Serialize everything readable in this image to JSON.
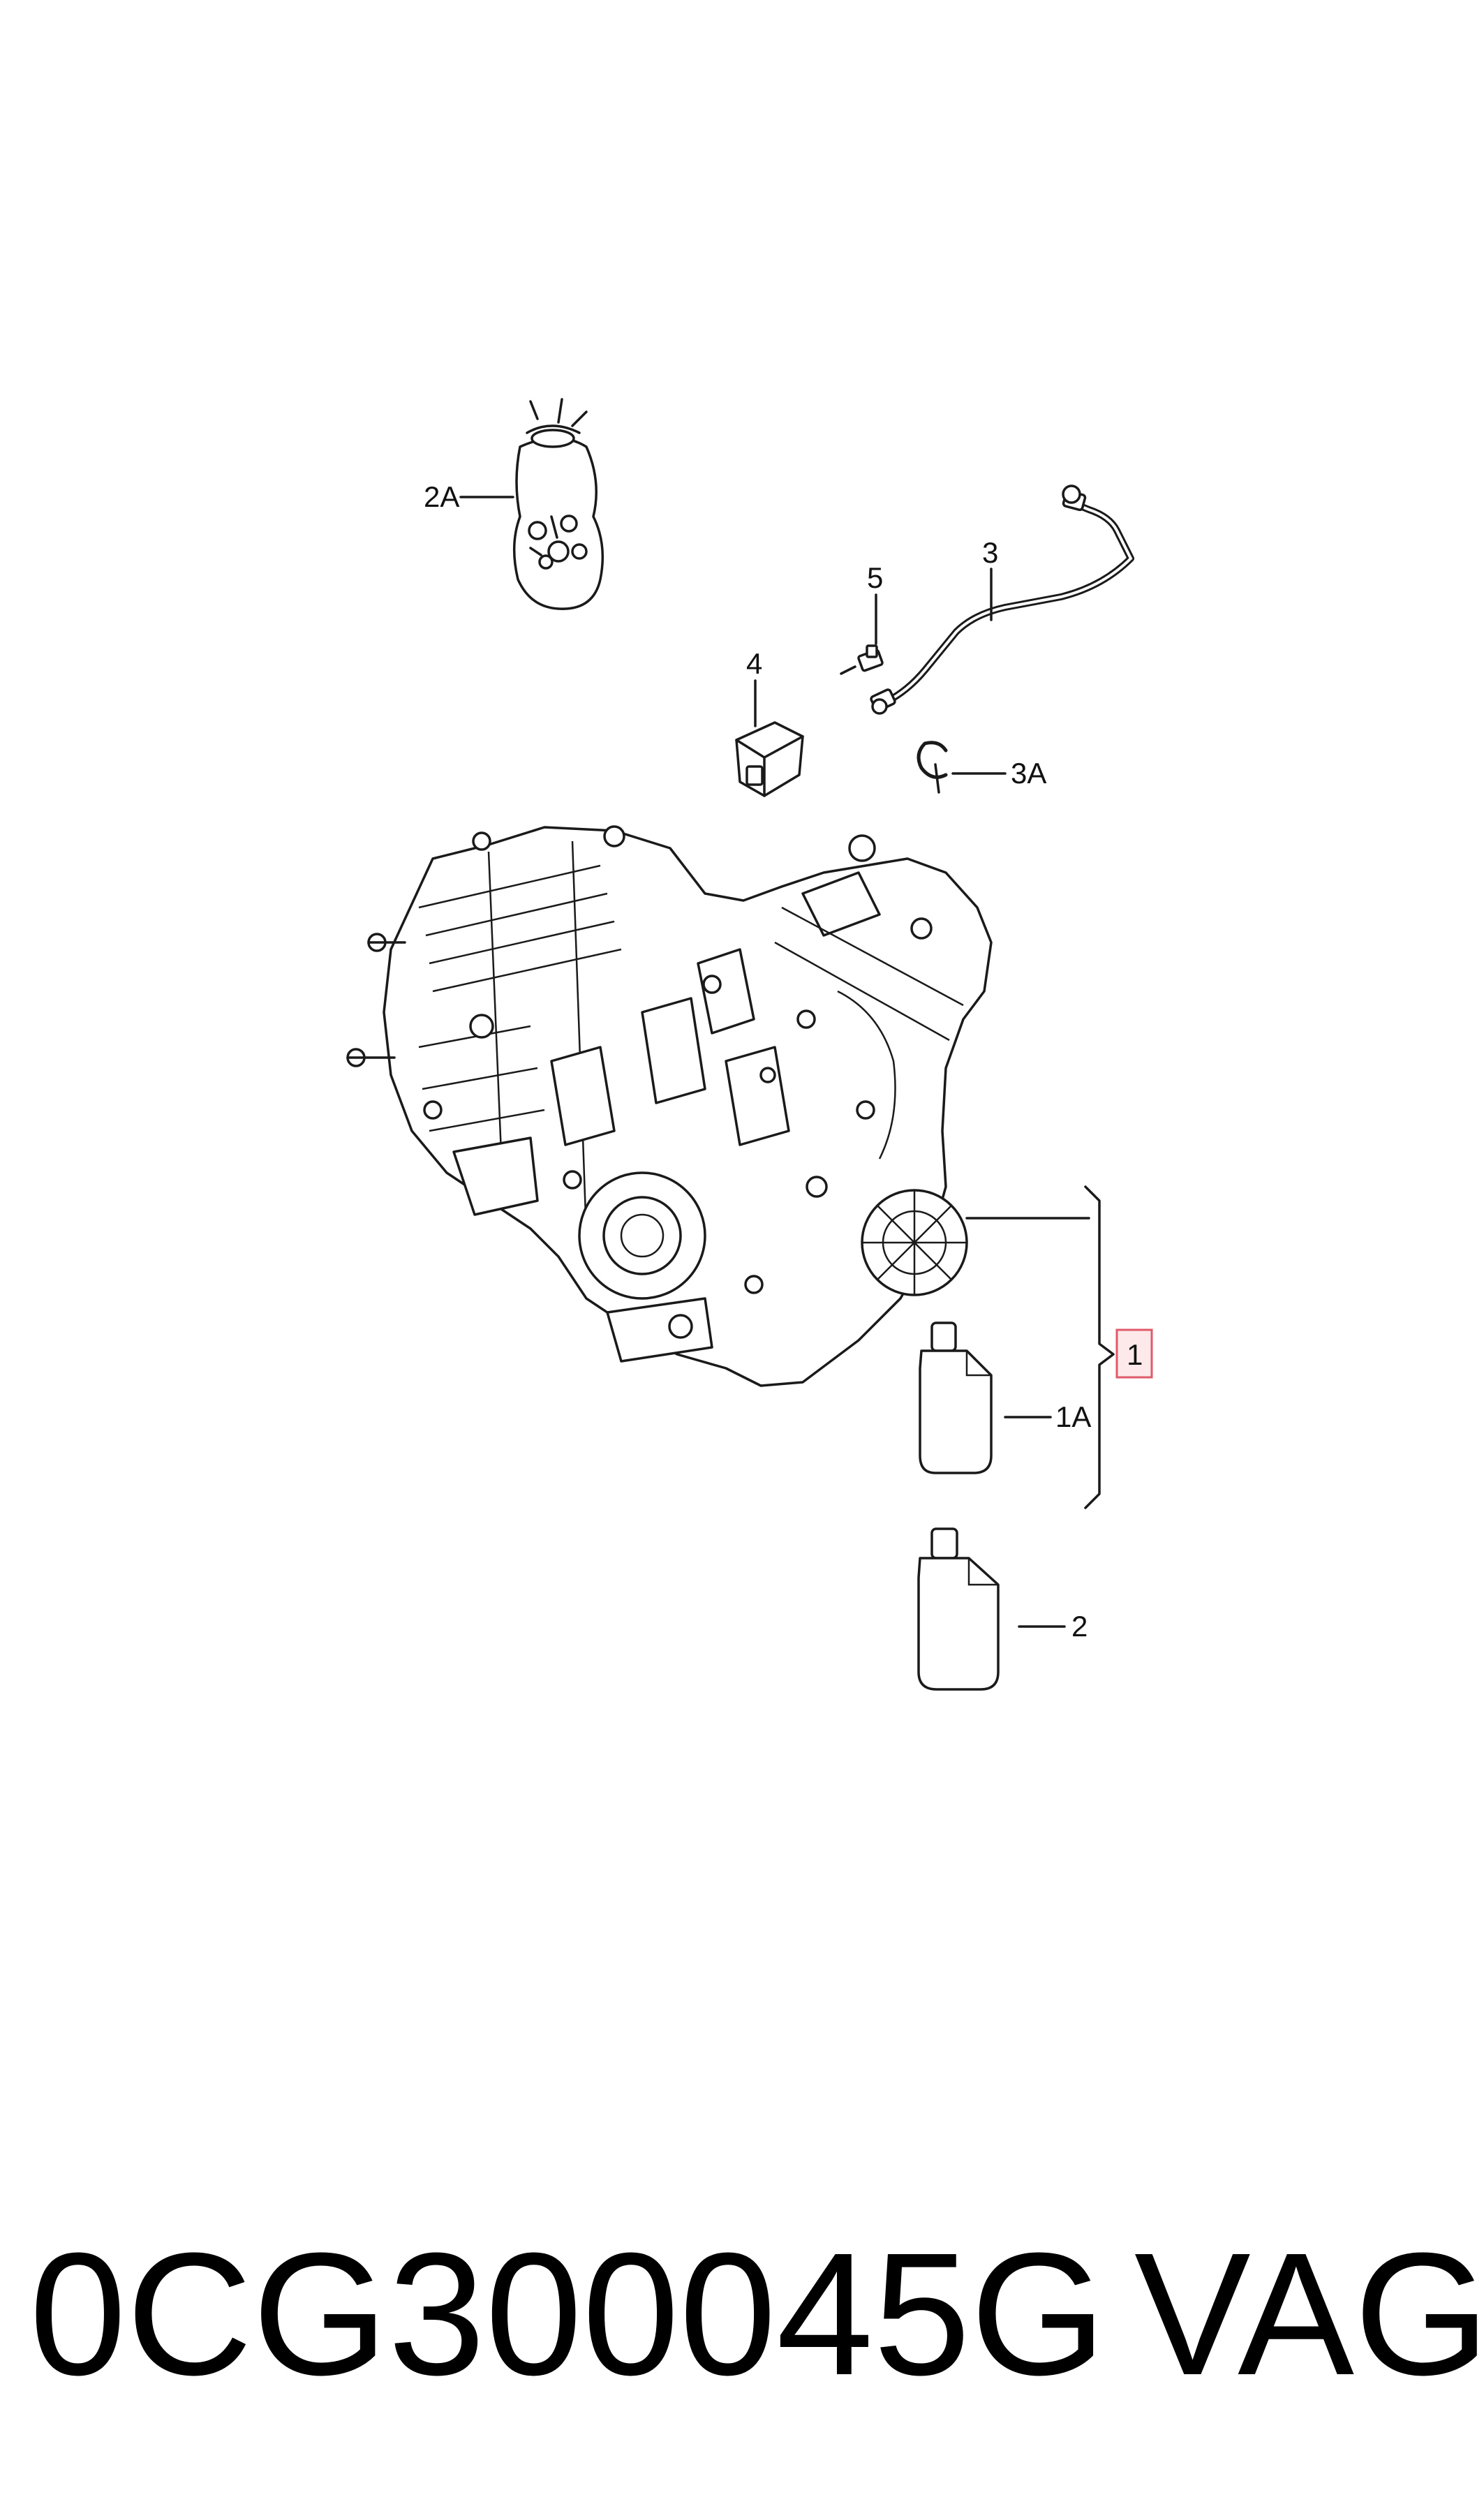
{
  "callouts": {
    "c1": "1",
    "c1a": "1A",
    "c2": "2",
    "c2a": "2A",
    "c3": "3",
    "c3a": "3A",
    "c4": "4",
    "c5": "5"
  },
  "footer": {
    "part_number": "0CG300045G",
    "brand": "VAG"
  },
  "colors": {
    "highlight_box": "#e05a6a",
    "highlight_fill": "#fde8ea",
    "line_art": "#1a1a1a"
  }
}
